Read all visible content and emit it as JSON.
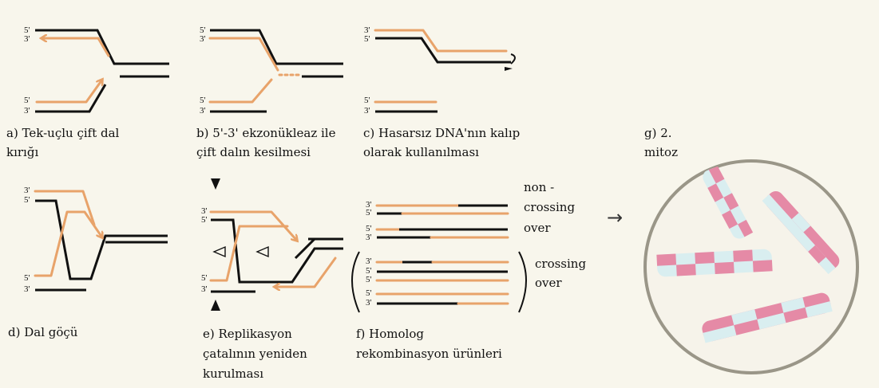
{
  "panels": {
    "a": {
      "line1": "a) Tek-uçlu çift dal",
      "line2": "kırığı"
    },
    "b": {
      "line1": "b) 5'-3' ekzonükleaz ile",
      "line2": "çift dalın kesilmesi"
    },
    "c": {
      "line1": "c) Hasarsız DNA'nın kalıp",
      "line2": "olarak kullanılması"
    },
    "d": {
      "line1": "d) Dal göçü"
    },
    "e": {
      "line1": "e) Replikasyon",
      "line2": "çatalının yeniden",
      "line3": "kurulması"
    },
    "f": {
      "line1": "f) Homolog",
      "line2": "rekombinasyon ürünleri"
    },
    "g": {
      "line1": "g) 2.",
      "line2": "mitoz"
    }
  },
  "end_labels": {
    "five_prime": "5'",
    "three_prime": "3'"
  },
  "outcomes": {
    "non_crossing_1": "non -",
    "non_crossing_2": "crossing",
    "non_crossing_3": "over",
    "crossing_1": "crossing",
    "crossing_2": "over"
  },
  "arrow_glyph": "→",
  "colors": {
    "dna_strand_black": "#111111",
    "dna_strand_orange": "#e8a36a",
    "chromosome_pink": "#e58aa6",
    "chromosome_light": "#d9eef0",
    "cell_border": "#9a9688",
    "cell_fill": "#f6f3ea"
  }
}
